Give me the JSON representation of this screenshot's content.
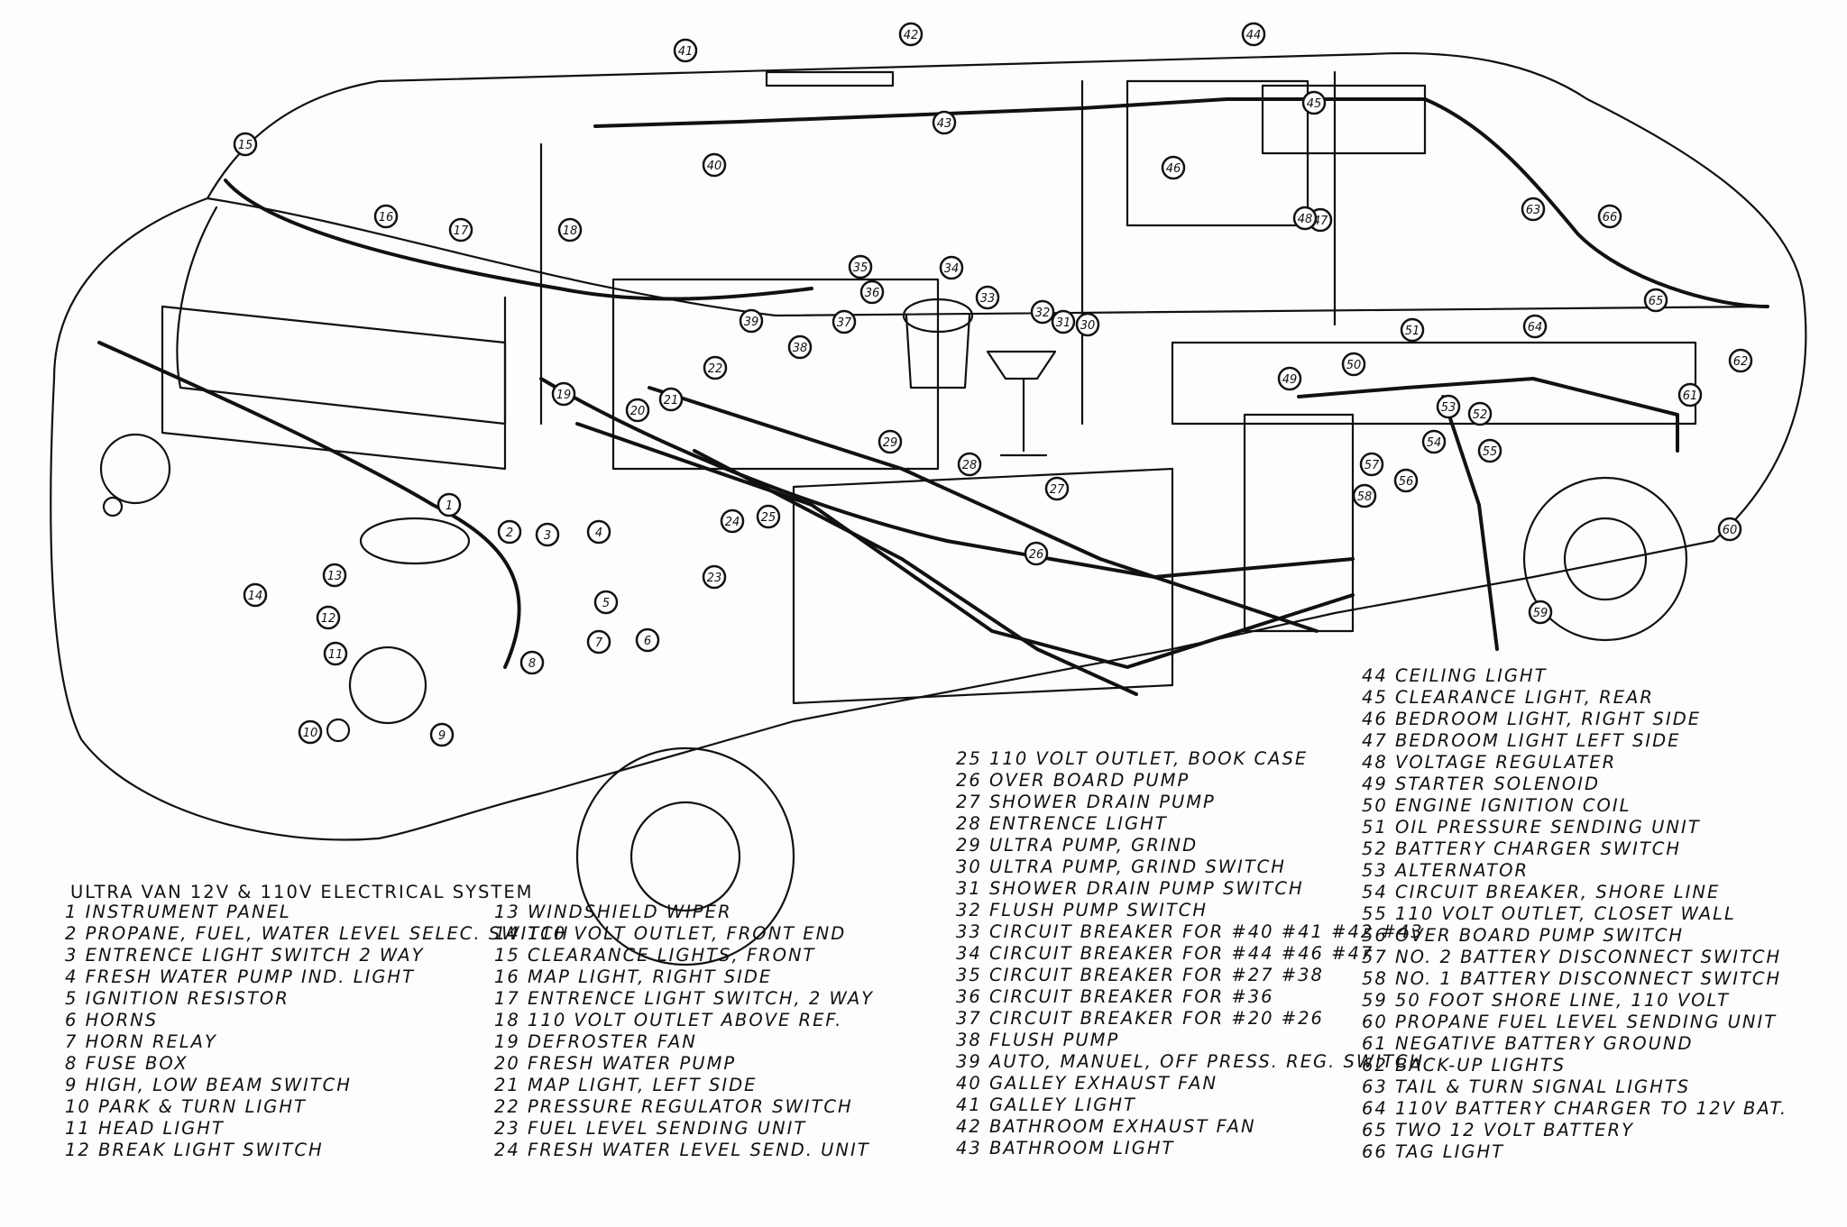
{
  "title": "ULTRA VAN 12V & 110V ELECTRICAL SYSTEM",
  "components": [
    "1 INSTRUMENT PANEL",
    "2 PROPANE, FUEL, WATER LEVEL SELEC. SWITCH",
    "3 ENTRENCE LIGHT SWITCH 2 WAY",
    "4 FRESH WATER PUMP IND. LIGHT",
    "5 IGNITION RESISTOR",
    "6 HORNS",
    "7 HORN RELAY",
    "8 FUSE BOX",
    "9 HIGH, LOW BEAM SWITCH",
    "10 PARK & TURN LIGHT",
    "11 HEAD LIGHT",
    "12 BREAK LIGHT SWITCH",
    "13 WINDSHIELD WIPER",
    "14 110 VOLT OUTLET, FRONT END",
    "15 CLEARANCE LIGHTS, FRONT",
    "16 MAP LIGHT, RIGHT SIDE",
    "17 ENTRENCE LIGHT SWITCH, 2 WAY",
    "18 110 VOLT OUTLET ABOVE REF.",
    "19 DEFROSTER FAN",
    "20 FRESH WATER PUMP",
    "21 MAP LIGHT, LEFT SIDE",
    "22 PRESSURE REGULATOR SWITCH",
    "23 FUEL LEVEL SENDING UNIT",
    "24 FRESH WATER LEVEL SEND. UNIT",
    "25 110 VOLT OUTLET, BOOK CASE",
    "26 OVER BOARD PUMP",
    "27 SHOWER DRAIN PUMP",
    "28 ENTRENCE LIGHT",
    "29 ULTRA PUMP, GRIND",
    "30 ULTRA PUMP, GRIND SWITCH",
    "31 SHOWER DRAIN PUMP SWITCH",
    "32 FLUSH PUMP SWITCH",
    "33 CIRCUIT BREAKER FOR #40 #41 #42 #43",
    "34 CIRCUIT BREAKER FOR #44 #46 #47",
    "35 CIRCUIT BREAKER FOR #27 #38",
    "36 CIRCUIT BREAKER FOR #36",
    "37 CIRCUIT BREAKER FOR #20 #26",
    "38 FLUSH PUMP",
    "39 AUTO, MANUEL, OFF PRESS. REG. SWITCH",
    "40 GALLEY EXHAUST FAN",
    "41 GALLEY LIGHT",
    "42 BATHROOM EXHAUST FAN",
    "43 BATHROOM LIGHT",
    "44 CEILING LIGHT",
    "45 CLEARANCE LIGHT, REAR",
    "46 BEDROOM LIGHT, RIGHT SIDE",
    "47 BEDROOM LIGHT LEFT SIDE",
    "48 VOLTAGE REGULATER",
    "49 STARTER SOLENOID",
    "50 ENGINE IGNITION COIL",
    "51 OIL PRESSURE SENDING UNIT",
    "52 BATTERY CHARGER SWITCH",
    "53 ALTERNATOR",
    "54 CIRCUIT BREAKER, SHORE LINE",
    "55 110 VOLT OUTLET, CLOSET WALL",
    "56 OVER BOARD PUMP SWITCH",
    "57 NO. 2 BATTERY DISCONNECT SWITCH",
    "58 NO. 1 BATTERY DISCONNECT SWITCH",
    "59 50 FOOT SHORE LINE, 110 VOLT",
    "60 PROPANE FUEL LEVEL SENDING UNIT",
    "61 NEGATIVE BATTERY GROUND",
    "62 BACK-UP LIGHTS",
    "63 TAIL & TURN SIGNAL LIGHTS",
    "64 110V BATTERY CHARGER TO 12V BAT.",
    "65 TWO 12 VOLT BATTERY",
    "66 TAG LIGHT"
  ],
  "callout_numbers": [
    "1",
    "2",
    "3",
    "4",
    "5",
    "6",
    "7",
    "8",
    "9",
    "10",
    "11",
    "12",
    "13",
    "14",
    "15",
    "16",
    "17",
    "18",
    "19",
    "20",
    "21",
    "22",
    "23",
    "24",
    "25",
    "26",
    "27",
    "28",
    "29",
    "30",
    "31",
    "32",
    "33",
    "34",
    "35",
    "36",
    "37",
    "38",
    "39",
    "40",
    "41",
    "42",
    "43",
    "44",
    "45",
    "46",
    "47",
    "48",
    "49",
    "50",
    "51",
    "52",
    "53",
    "54",
    "55",
    "56",
    "57",
    "58",
    "59",
    "60",
    "61",
    "62",
    "63",
    "64",
    "65",
    "66"
  ],
  "ink_color": "#111111",
  "paper_color": "#fdfdfb"
}
